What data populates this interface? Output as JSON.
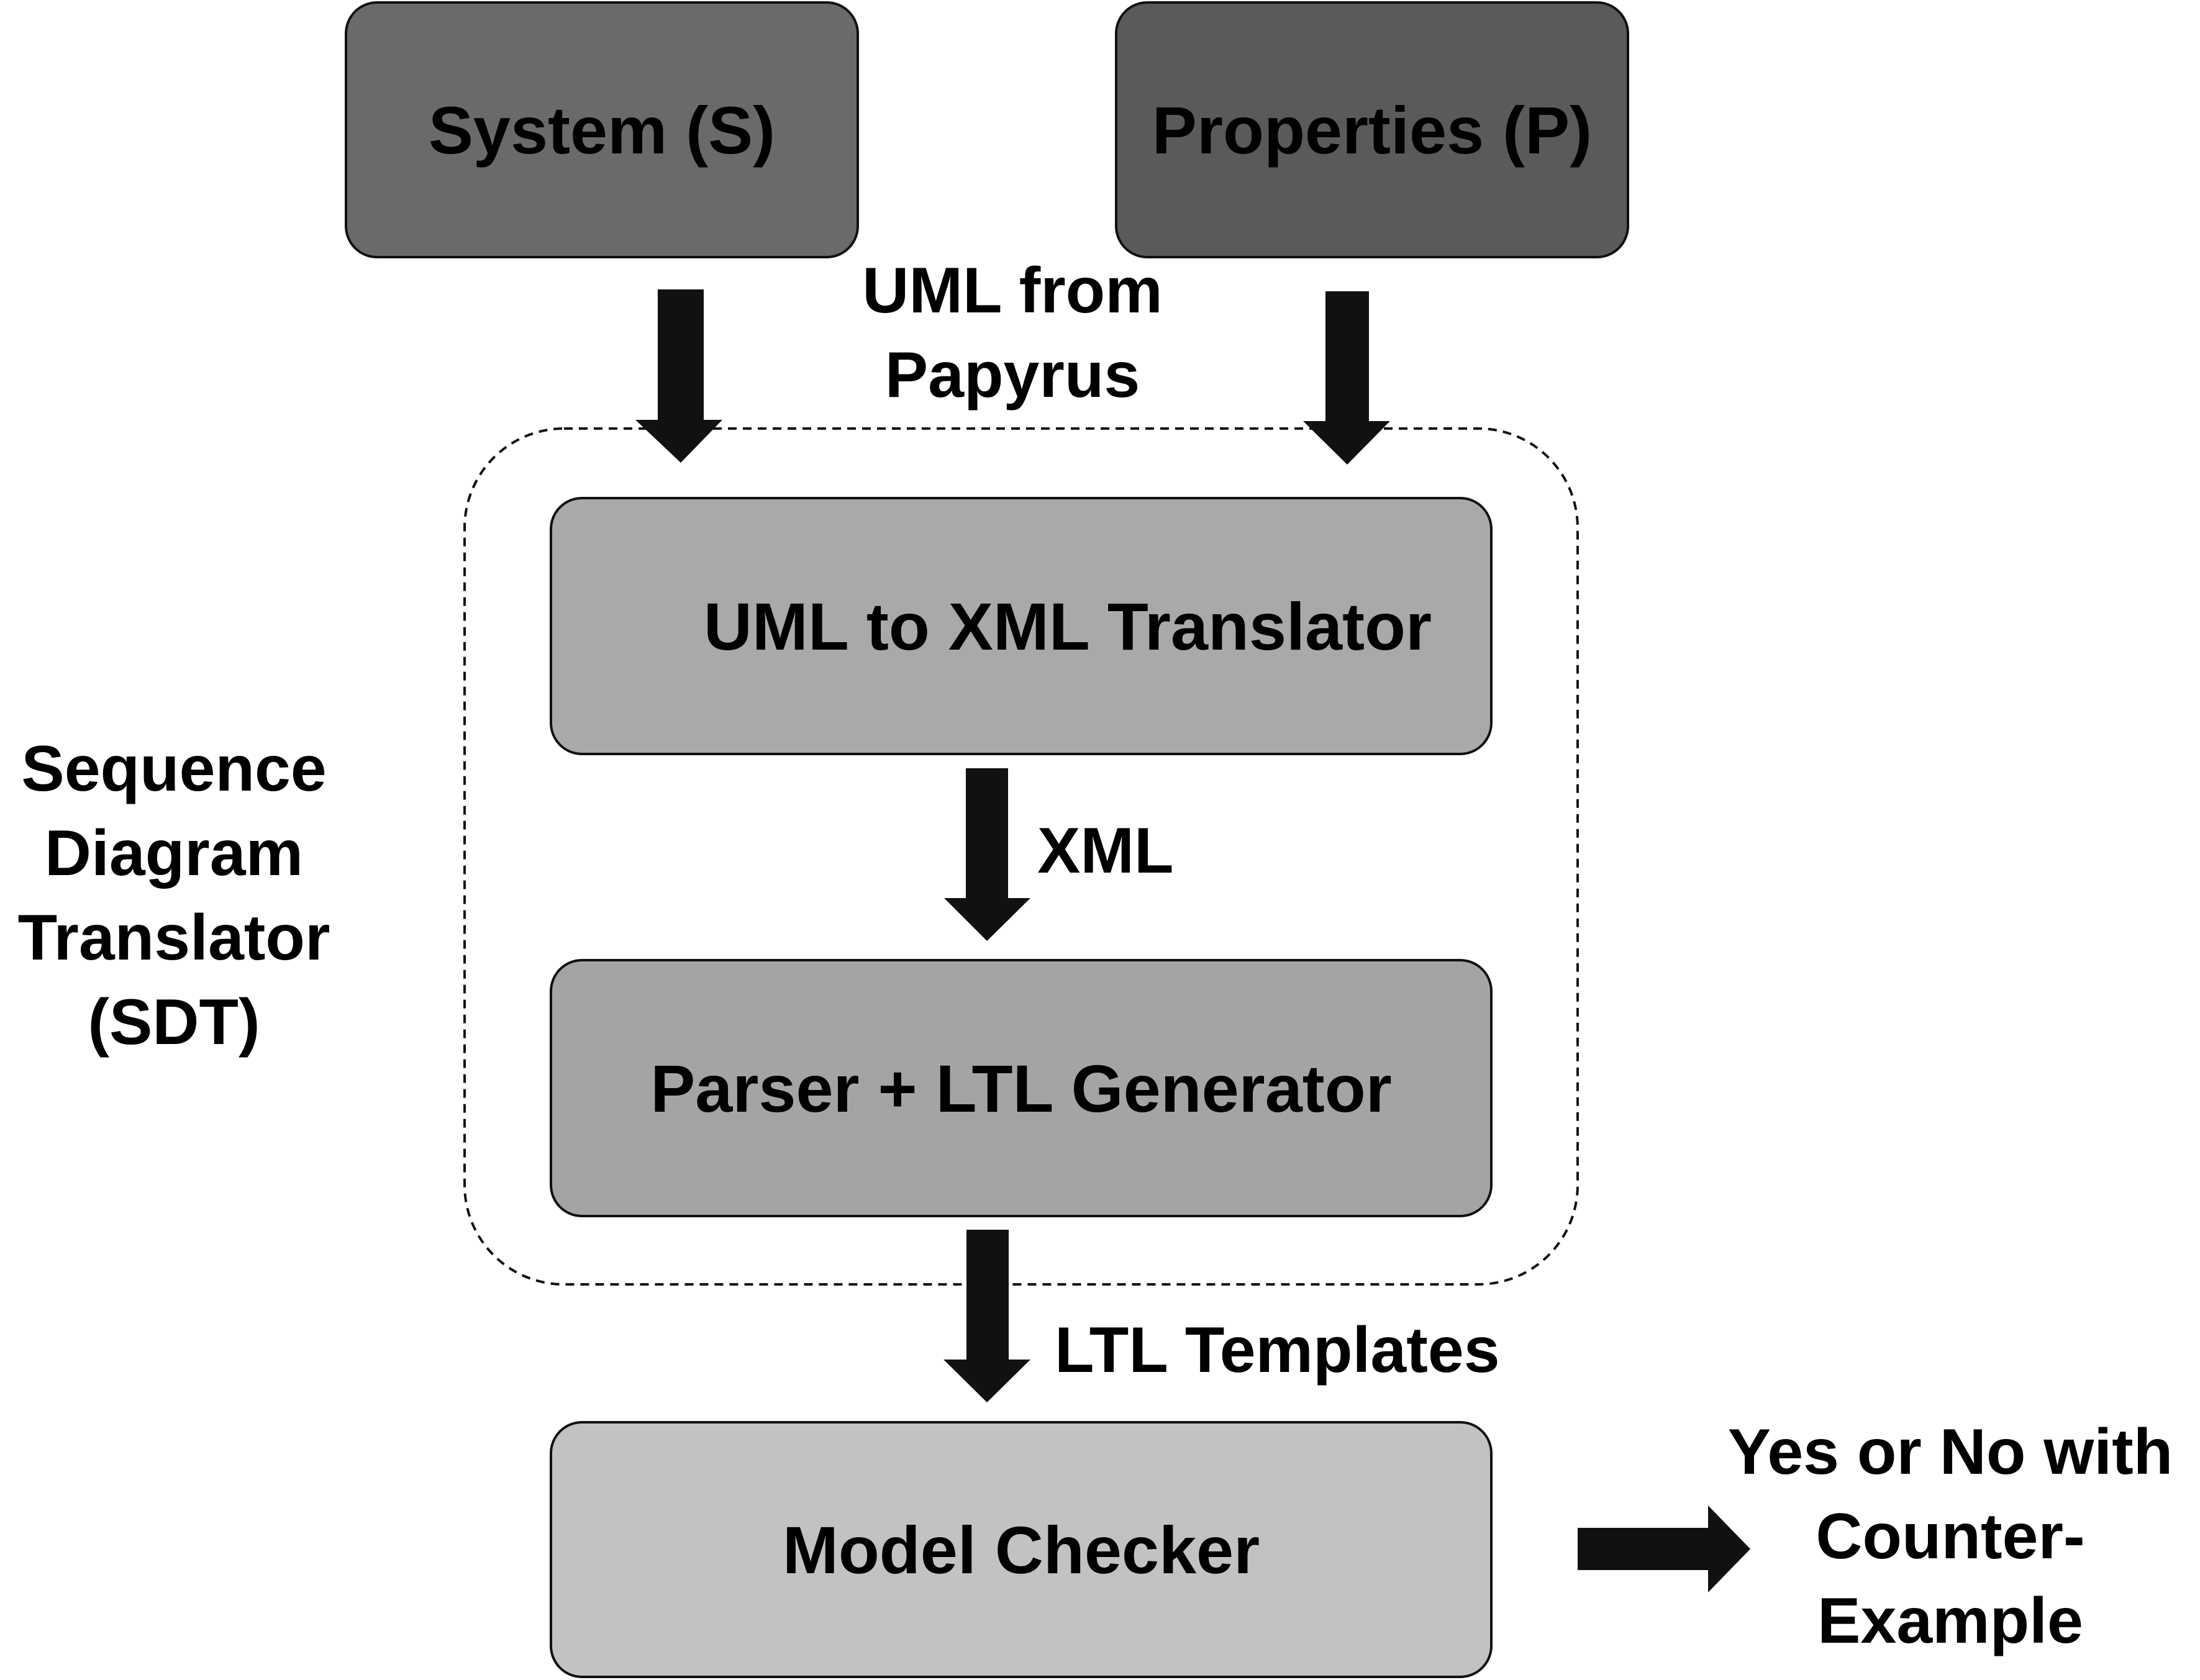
{
  "nodes": {
    "system": "System (S)",
    "properties": "Properties (P)",
    "uml_to_xml": "UML to XML Translator",
    "parser_ltl": "Parser + LTL Generator",
    "model_checker": "Model Checker"
  },
  "labels": {
    "uml_source": [
      "UML from",
      "Papyrus"
    ],
    "xml": "XML",
    "ltl_templates": "LTL Templates",
    "sdt_group": [
      "Sequence",
      "Diagram",
      "Translator",
      "(SDT)"
    ],
    "result": [
      "Yes or No with",
      "Counter-",
      "Example"
    ]
  },
  "colors": {
    "system_fill": "#6a6a6a",
    "properties_fill": "#5a5a5a",
    "translator_fill": "#a9a9a9",
    "parser_fill": "#a4a4a4",
    "checker_fill": "#c2c2c2",
    "arrow": "#111111"
  }
}
